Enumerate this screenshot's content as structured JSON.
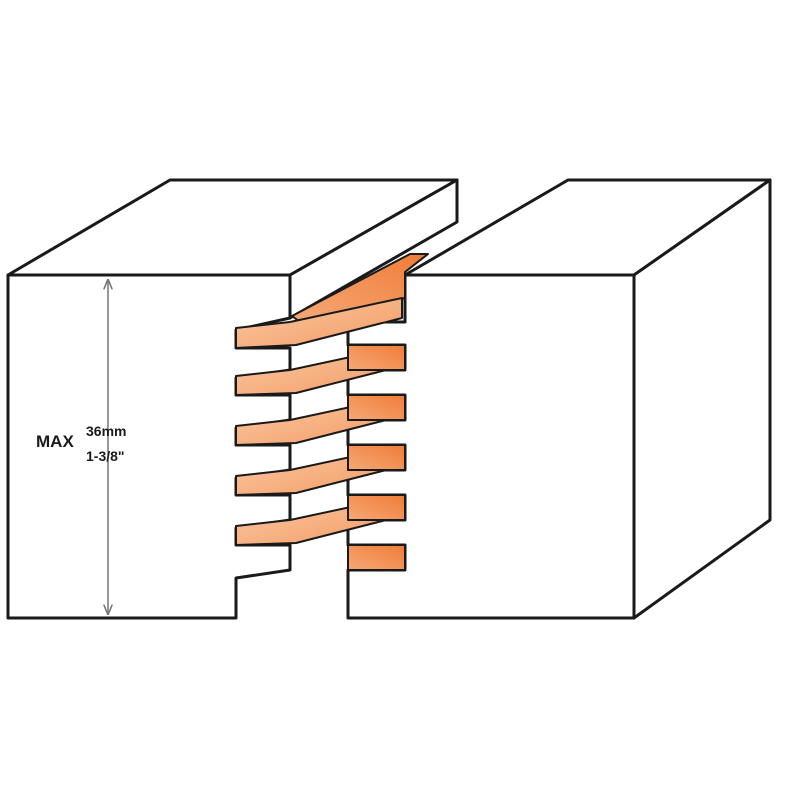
{
  "dimension": {
    "prefix": "MAX",
    "metric": "36mm",
    "imperial": "1-3/8\""
  },
  "colors": {
    "outline": "#1a1a1a",
    "background": "#ffffff",
    "joint_light": "#f7b48a",
    "joint_dark": "#f08a4a",
    "dimension_line": "#777777"
  },
  "icons": [
    "double-arrow-icon"
  ]
}
